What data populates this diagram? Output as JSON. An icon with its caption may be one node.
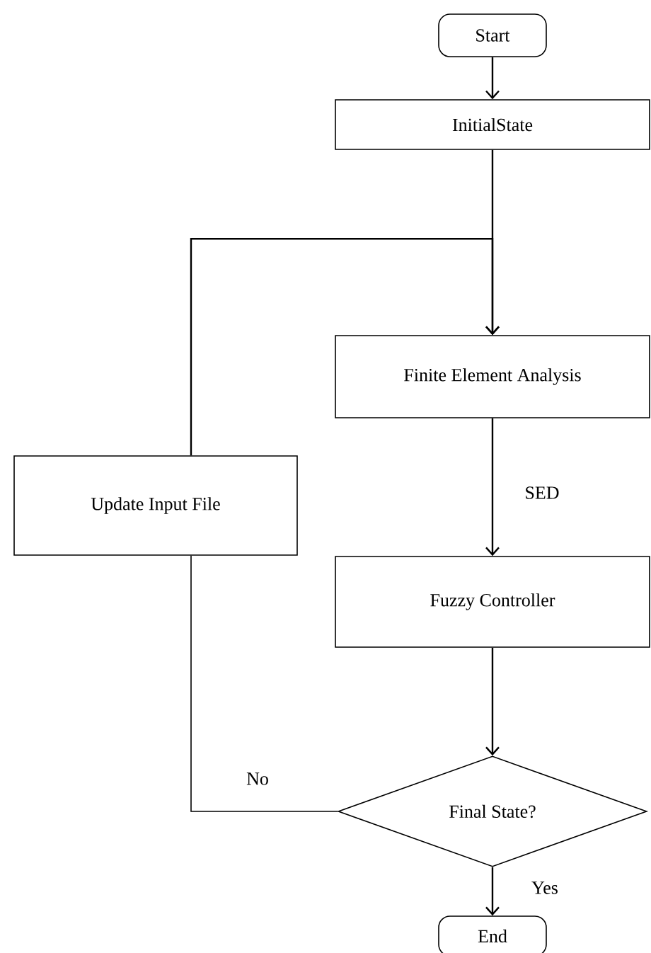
{
  "diagram": {
    "nodes": [
      {
        "text": [
          "Start"
        ]
      },
      {
        "text": [
          "InitialState"
        ]
      },
      {
        "text": [
          "Finite Element Analysis"
        ]
      },
      {
        "text": [
          "Update Input File"
        ]
      },
      {
        "text": [
          "Fuzzy Controller"
        ]
      },
      {
        "text": [
          "Final State?"
        ]
      },
      {
        "text": [
          "End"
        ]
      }
    ],
    "edges": [
      {
        "from": 0,
        "to": 1,
        "arrow": "to"
      },
      {
        "from": 1,
        "to": 2,
        "arrow": "to"
      },
      {
        "from": 3,
        "to": 2,
        "arrow": "to"
      },
      {
        "from": 2,
        "to": 4,
        "arrow": "to",
        "label": "SED"
      },
      {
        "from": 4,
        "to": 5,
        "arrow": "to"
      },
      {
        "from": 5,
        "to": 3,
        "arrow": "none",
        "label": "No"
      },
      {
        "from": 5,
        "to": 6,
        "arrow": "to",
        "label": "Yes"
      }
    ]
  }
}
